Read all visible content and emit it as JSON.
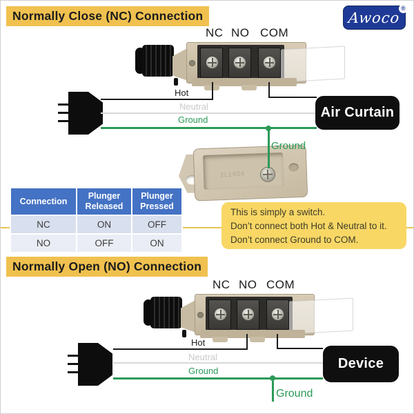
{
  "header": {
    "logo_text": "Awoco",
    "registered_mark": "®"
  },
  "sections": {
    "nc": {
      "title": "Normally Close (NC) Connection",
      "device_label": "Air Curtain",
      "ground_label": "Ground"
    },
    "no": {
      "title": "Normally Open (NO) Connection",
      "device_label": "Device",
      "ground_label": "Ground"
    }
  },
  "terminals": {
    "nc": "NC",
    "no": "NO",
    "com": "COM"
  },
  "wires": {
    "hot": "Hot",
    "neutral": "Neutral",
    "ground": "Ground"
  },
  "switch_back": {
    "marking": "2L1904"
  },
  "table": {
    "headers": [
      "Connection",
      "Plunger Released",
      "Plunger Pressed"
    ],
    "rows": [
      {
        "connection": "NC",
        "released": "ON",
        "pressed": "OFF"
      },
      {
        "connection": "NO",
        "released": "OFF",
        "pressed": "ON"
      }
    ]
  },
  "note": {
    "lines": [
      "This is simply a switch.",
      "Don’t connect both Hot & Neutral to it.",
      "Don’t connect Ground to COM."
    ]
  },
  "colors": {
    "accent_yellow": "#F0C14F",
    "note_yellow": "#F8D765",
    "callout_line_yellow": "#E9C44F",
    "table_header_blue": "#4472C4",
    "ground_green": "#2B9A57",
    "neutral_gray": "#D8D8D8",
    "hot_black": "#1a1a1a",
    "logo_navy": "#1E3A96"
  }
}
